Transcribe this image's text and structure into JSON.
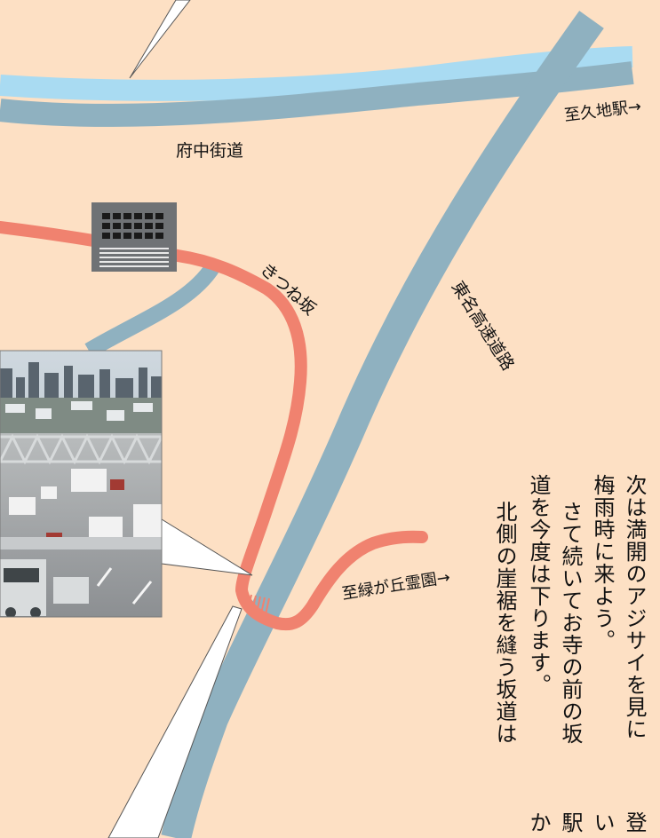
{
  "map": {
    "labels": {
      "fuchu_kaido": "府中街道",
      "to_kuji_station": "至久地駅→",
      "kitsune_zaka": "きつね坂",
      "tomei_expressway": "東名高速道路",
      "to_midorigaoka_cemetery": "至緑が丘霊園→"
    },
    "colors": {
      "background": "#fde0c4",
      "highway": "#8fb1c0",
      "river": "#a9dbf2",
      "slope_road": "#f0826f",
      "building": "#6f7275"
    },
    "icons": {
      "building": "building-icon",
      "photo": "expressway-traffic-photo"
    }
  },
  "text": {
    "columns": [
      "次は満開のアジサイを見に",
      "梅雨時に来よう。",
      "さて続いてお寺の前の坂",
      "道を今度は下ります。",
      "北側の崖裾を縫う坂道は"
    ],
    "continued": [
      "登",
      "い",
      "駅",
      "か"
    ]
  }
}
